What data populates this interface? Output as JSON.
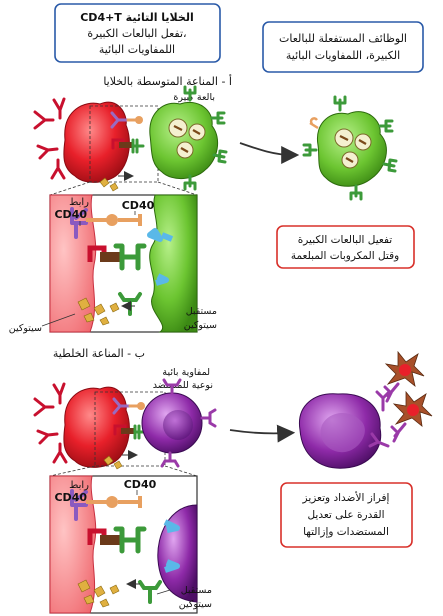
{
  "header": {
    "left_box_lines": [
      "CD4+T الخلايا التائية",
      "تفعل البالعات الكبيرة،",
      "اللمفاويات البائية"
    ],
    "right_box_lines": [
      "الوظائف المستفعلة للبالعات",
      "الكبيرة، اللمفاويات البائية"
    ]
  },
  "panel_a": {
    "title": "أ - المناعة المتوسطة بالخلايا",
    "macrophage_label": "بالعة كبيرة",
    "ligand_lines": [
      "رابط",
      "CD40"
    ],
    "cd40_label": "CD40",
    "receptor_lines": [
      "مستقبل",
      "سيتوكين"
    ],
    "cytokine_label": "سيتوكين",
    "result_lines": [
      "تفعيل البالعات الكبيرة",
      "وقتل المكروبات المبلعمة"
    ]
  },
  "panel_b": {
    "title": "ب - المناعة الخلطية",
    "bcell_lines": [
      "لمفاوية بائية",
      "نوعية للمستضد"
    ],
    "ligand_lines": [
      "رابط",
      "CD40"
    ],
    "cd40_label": "CD40",
    "receptor_lines": [
      "مستقبل",
      "سيتوكين"
    ],
    "result_lines": [
      "إفراز الأضداد وتعزيز",
      "القدرة على تعديل",
      "المستضدات وإزالتها"
    ]
  },
  "colors": {
    "t_cell": "#e8202a",
    "macrophage": "#6cc531",
    "b_cell": "#8e2aa8",
    "box_blue": "#2a5aa8",
    "box_red": "#d8302a",
    "arrow": "#333333"
  }
}
